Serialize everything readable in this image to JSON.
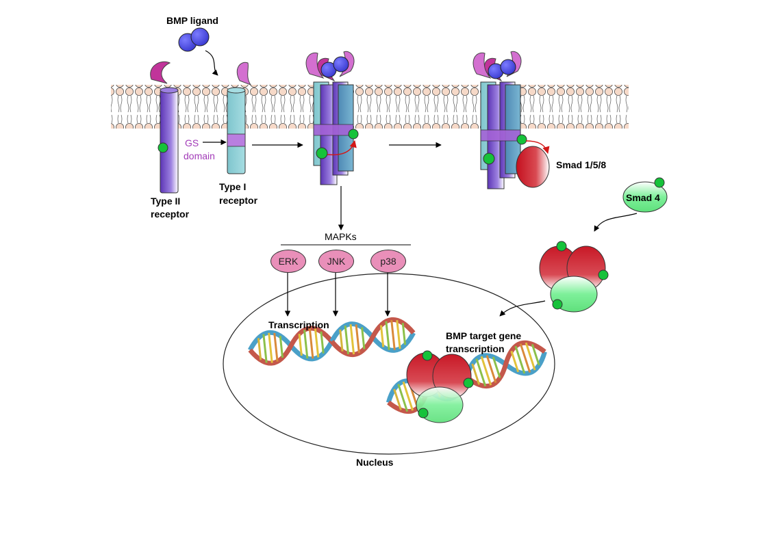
{
  "labels": {
    "bmp_ligand": "BMP ligand",
    "gs_domain_line1": "GS",
    "gs_domain_line2": "domain",
    "type2_line1": "Type II",
    "type2_line2": "receptor",
    "type1_line1": "Type I",
    "type1_line2": "receptor",
    "smad158": "Smad 1/5/8",
    "smad4": "Smad 4",
    "mapks": "MAPKs",
    "erk": "ERK",
    "jnk": "JNK",
    "p38": "p38",
    "transcription": "Transcription",
    "bmp_target_line1": "BMP target gene",
    "bmp_target_line2": "transcription",
    "nucleus": "Nucleus"
  },
  "colors": {
    "membrane_head": "#f6d9c8",
    "type2_receptor": "#7b55c8",
    "type1_receptor": "#8ccfd6",
    "gs_domain": "#b97ee0",
    "ligand": "#5a5ae6",
    "ligand_binding": "#c1349a",
    "smad_red": "#cc1e2a",
    "smad_green": "#6fe68a",
    "phosphate": "#16c23a",
    "mapk": "#e98fb9",
    "dna_blue": "#4aa0c8",
    "dna_red": "#c4584b"
  }
}
